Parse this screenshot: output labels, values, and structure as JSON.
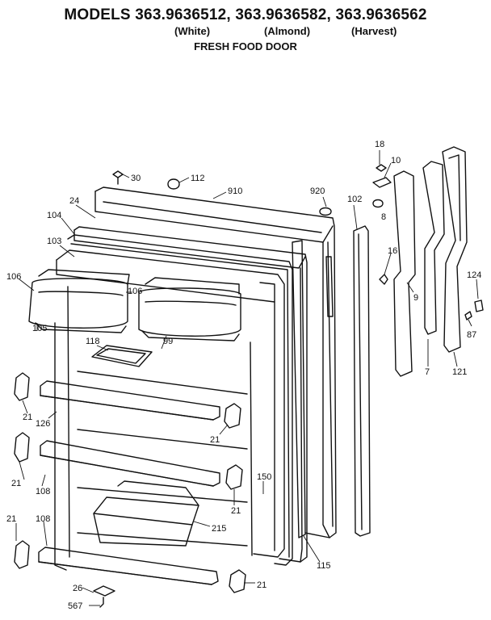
{
  "header": {
    "title": "MODELS 363.9636512, 363.9636582, 363.9636562",
    "colors": [
      "(White)",
      "(Almond)",
      "(Harvest)"
    ],
    "section": "FRESH FOOD DOOR"
  },
  "callouts": [
    {
      "id": "18"
    },
    {
      "id": "10"
    },
    {
      "id": "30"
    },
    {
      "id": "112"
    },
    {
      "id": "910"
    },
    {
      "id": "920"
    },
    {
      "id": "102"
    },
    {
      "id": "24"
    },
    {
      "id": "8"
    },
    {
      "id": "104"
    },
    {
      "id": "103"
    },
    {
      "id": "16"
    },
    {
      "id": "124"
    },
    {
      "id": "106"
    },
    {
      "id": "106"
    },
    {
      "id": "9"
    },
    {
      "id": "87"
    },
    {
      "id": "105"
    },
    {
      "id": "118"
    },
    {
      "id": "99"
    },
    {
      "id": "7"
    },
    {
      "id": "121"
    },
    {
      "id": "21"
    },
    {
      "id": "126"
    },
    {
      "id": "21"
    },
    {
      "id": "21"
    },
    {
      "id": "150"
    },
    {
      "id": "108"
    },
    {
      "id": "21"
    },
    {
      "id": "21"
    },
    {
      "id": "108"
    },
    {
      "id": "215"
    },
    {
      "id": "115"
    },
    {
      "id": "26"
    },
    {
      "id": "21"
    },
    {
      "id": "567"
    }
  ]
}
